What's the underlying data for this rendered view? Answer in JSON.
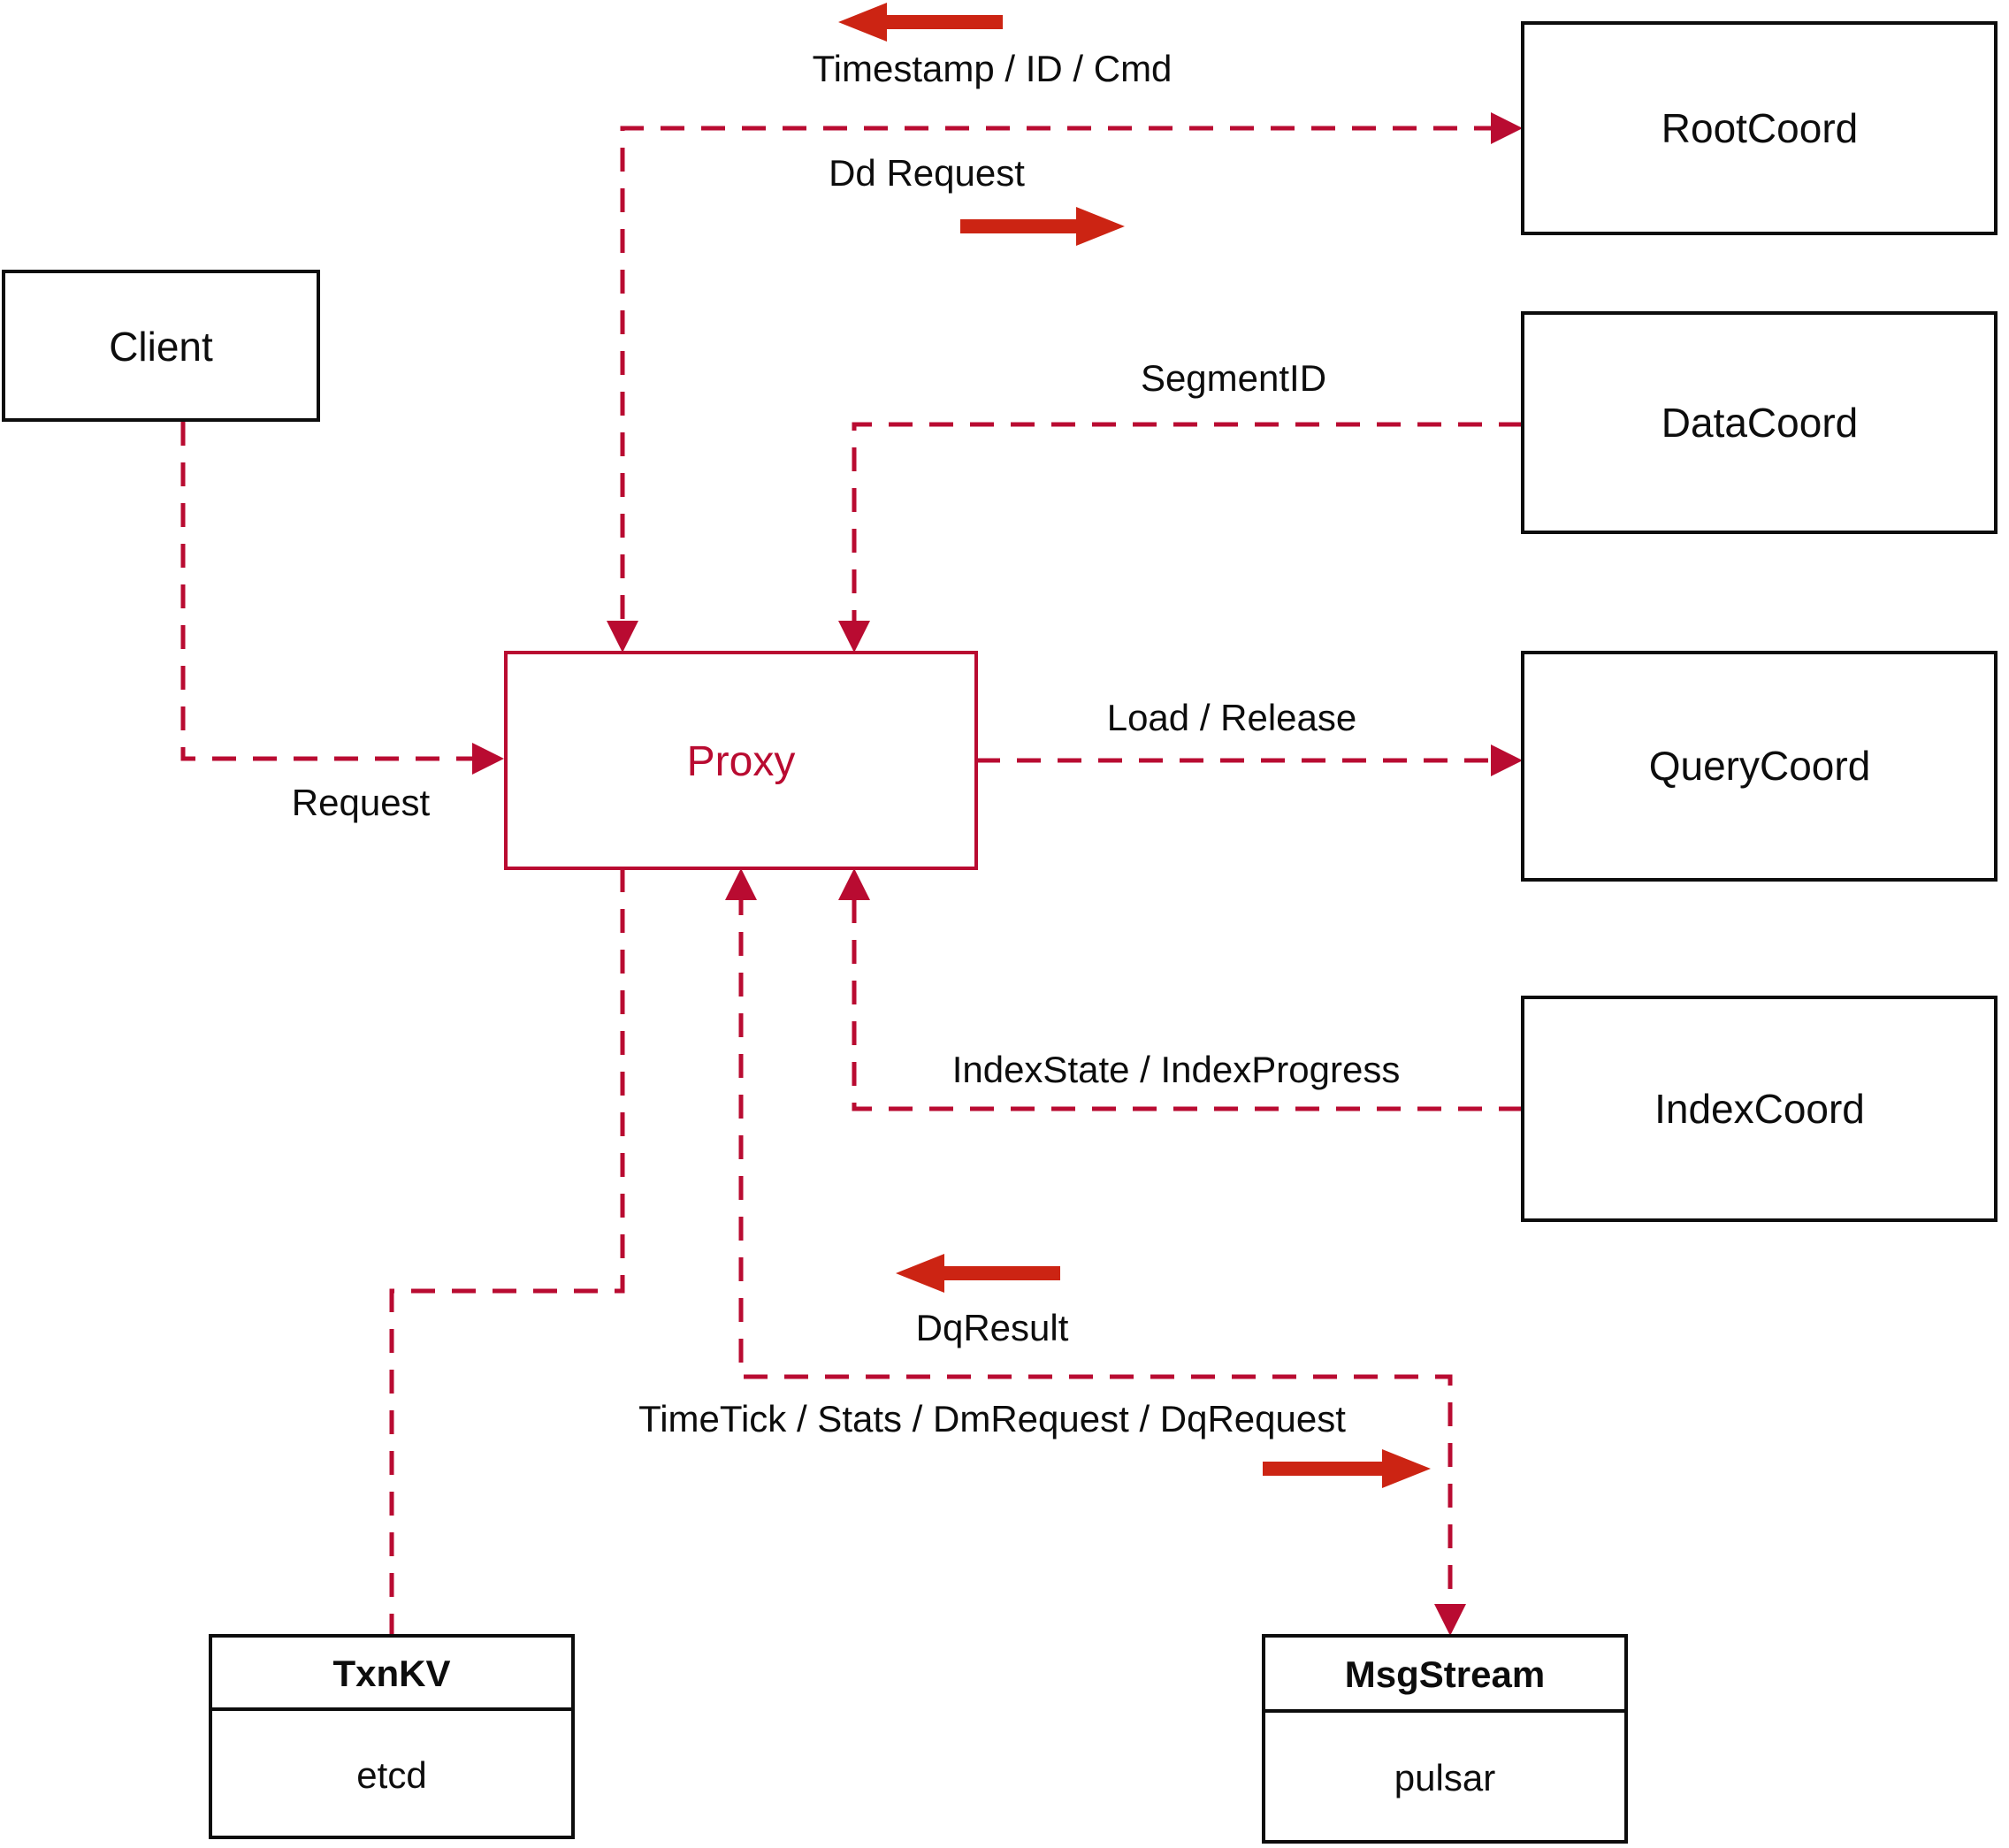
{
  "diagram": {
    "colors": {
      "dashed_line": "#b90b31",
      "direction_arrow": "#cc2413",
      "box_border": "#0d0d0d",
      "text": "#0d0d0d",
      "background": "#ffffff"
    },
    "nodes": {
      "client": {
        "label": "Client"
      },
      "proxy": {
        "label": "Proxy"
      },
      "rootcoord": {
        "label": "RootCoord"
      },
      "datacoord": {
        "label": "DataCoord"
      },
      "querycoord": {
        "label": "QueryCoord"
      },
      "indexcoord": {
        "label": "IndexCoord"
      },
      "txnkv": {
        "title": "TxnKV",
        "impl": "etcd"
      },
      "msgstream": {
        "title": "MsgStream",
        "impl": "pulsar"
      }
    },
    "edge_labels": {
      "timestamp": "Timestamp / ID / Cmd",
      "dd_request": "Dd Request",
      "segment_id": "SegmentID",
      "load_release": "Load / Release",
      "request": "Request",
      "index_state": "IndexState / IndexProgress",
      "dq_result": "DqResult",
      "time_tick": "TimeTick / Stats / DmRequest / DqRequest"
    }
  }
}
